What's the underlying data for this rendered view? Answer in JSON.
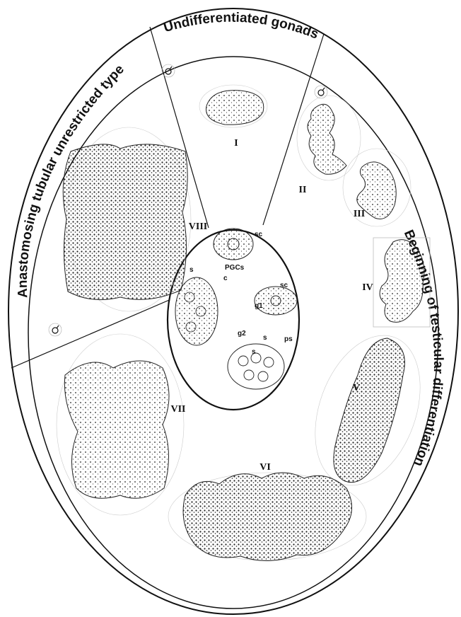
{
  "ring_titles": {
    "top": "Undifferentiated gonads",
    "left": "Anastomosing tubular unrestricted type",
    "right": "Beginning of testicular differentiation"
  },
  "stages": {
    "I": "I",
    "II": "II",
    "III": "III",
    "IV": "IV",
    "V": "V",
    "VI": "VI",
    "VII": "VII",
    "VIII": "VIII"
  },
  "center_labels": {
    "sc_top": "sc",
    "pgcs": "PGCs",
    "sc_right": "sc",
    "g1": "g1",
    "g2": "g2",
    "s_mid": "s",
    "ps": "ps",
    "s_low": "s",
    "s_left": "s",
    "c": "c"
  },
  "icons": [
    "male-symbol-icon",
    "male-symbol-icon",
    "male-symbol-icon"
  ]
}
